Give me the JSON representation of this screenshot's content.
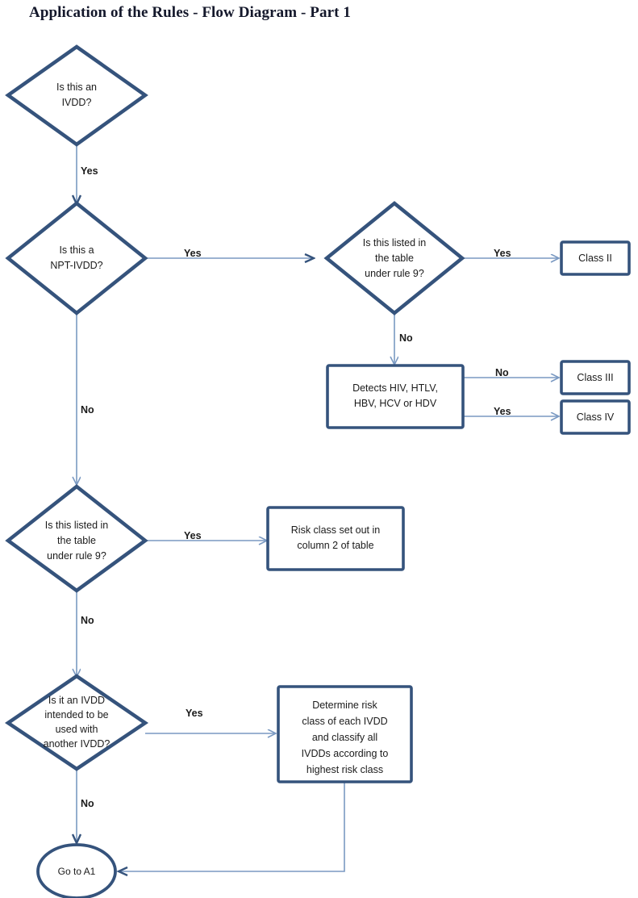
{
  "title": "Application of the Rules - Flow Diagram - Part 1",
  "colors": {
    "shape_border": "#35537c",
    "connector": "#7a99c2",
    "shape_fill": "#ffffff",
    "text": "#1b1b1b",
    "title_text": "#14182b",
    "page_background": "#ffffff"
  },
  "nodes": {
    "is_ivdd": {
      "shape": "decision",
      "text": "Is this an\nIVDD?"
    },
    "is_npt_ivdd": {
      "shape": "decision",
      "text": "Is this a\nNPT-IVDD?"
    },
    "listed_rule9_top": {
      "shape": "decision",
      "text": "Is this listed in\nthe table\nunder rule 9?"
    },
    "class_ii": {
      "shape": "process",
      "text": "Class II"
    },
    "detects_virus": {
      "shape": "process",
      "text": "Detects HIV, HTLV,\nHBV, HCV or HDV"
    },
    "class_iii": {
      "shape": "process",
      "text": "Class III"
    },
    "class_iv": {
      "shape": "process",
      "text": "Class IV"
    },
    "listed_rule9_bottom": {
      "shape": "decision",
      "text": "Is this listed in\nthe table\nunder rule 9?"
    },
    "risk_class_column2": {
      "shape": "process",
      "text": "Risk class set out in\ncolumn 2 of table"
    },
    "used_with_another": {
      "shape": "decision",
      "text": "Is it an IVDD\nintended to be\nused with\nanother IVDD?"
    },
    "determine_risk_class": {
      "shape": "process",
      "text": "Determine risk\nclass of each IVDD\nand classify all\nIVDDs according to\nhighest risk class"
    },
    "go_to_a1": {
      "shape": "terminator",
      "text": "Go to A1"
    }
  },
  "edges": [
    {
      "id": "ivdd-to-npt",
      "label": "Yes"
    },
    {
      "id": "npt-to-listed-top",
      "label": "Yes"
    },
    {
      "id": "listed-top-to-class-ii",
      "label": "Yes"
    },
    {
      "id": "listed-top-to-detects",
      "label": "No"
    },
    {
      "id": "detects-to-class-iii",
      "label": "No"
    },
    {
      "id": "detects-to-class-iv",
      "label": "Yes"
    },
    {
      "id": "npt-to-listed-bottom",
      "label": "No"
    },
    {
      "id": "listed-bottom-to-risk-class",
      "label": "Yes"
    },
    {
      "id": "listed-bottom-to-used-with",
      "label": "No"
    },
    {
      "id": "used-with-to-determine",
      "label": "Yes"
    },
    {
      "id": "used-with-to-a1",
      "label": "No"
    },
    {
      "id": "determine-to-a1",
      "label": ""
    }
  ]
}
